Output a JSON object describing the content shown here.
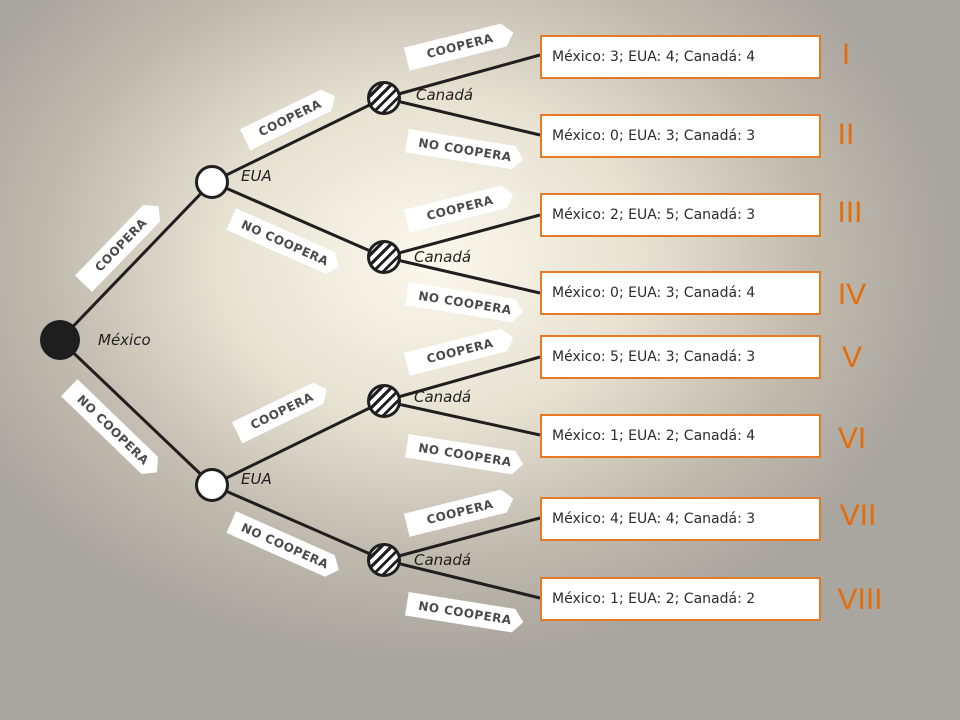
{
  "players": {
    "root": "México",
    "eua_top": "EUA",
    "eua_bottom": "EUA",
    "canada_1": "Canadá",
    "canada_2": "Canadá",
    "canada_3": "Canadá",
    "canada_4": "Canadá"
  },
  "actions": {
    "cooperate": "COOPERA",
    "defect": "NO COOPERA"
  },
  "outcomes": [
    {
      "roman": "I",
      "payoff": "México: 3; EUA: 4; Canadá: 4"
    },
    {
      "roman": "II",
      "payoff": "México: 0; EUA: 3; Canadá: 3"
    },
    {
      "roman": "III",
      "payoff": "México: 2; EUA: 5; Canadá: 3"
    },
    {
      "roman": "IV",
      "payoff": "México: 0; EUA: 3; Canadá: 4"
    },
    {
      "roman": "V",
      "payoff": "México: 5; EUA: 3; Canadá: 3"
    },
    {
      "roman": "VI",
      "payoff": "México: 1; EUA: 2; Canadá: 4"
    },
    {
      "roman": "VII",
      "payoff": "México: 4; EUA: 4; Canadá: 3"
    },
    {
      "roman": "VIII",
      "payoff": "México: 1; EUA: 2; Canadá: 2"
    }
  ],
  "colors": {
    "payoff_border": "#e47a25",
    "roman_numeral": "#e46c0a",
    "node_fill": "#1e1e1e"
  }
}
